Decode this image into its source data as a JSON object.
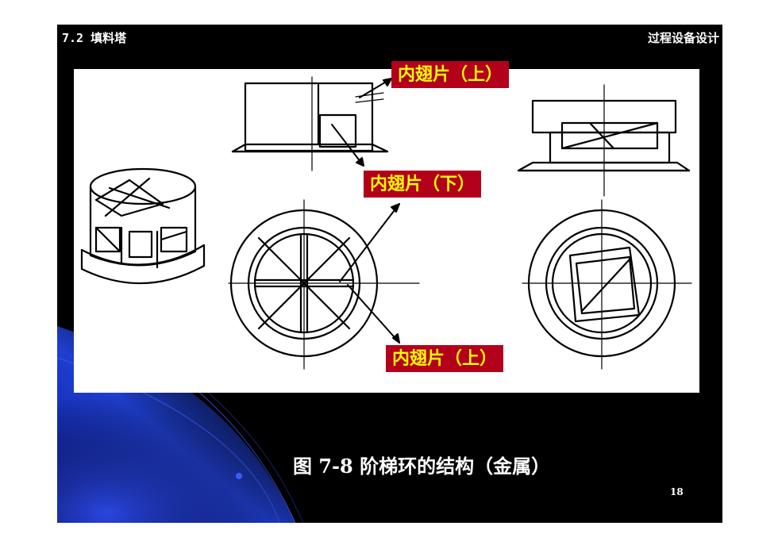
{
  "header": {
    "section": "7.2 填料塔",
    "course": "过程设备设计"
  },
  "labels": {
    "inner_fin_top_1": "内翅片（上）",
    "inner_fin_bottom": "内翅片（下）",
    "inner_fin_top_2": "内翅片（上）"
  },
  "caption": "图 7-8 阶梯环的结构（金属）",
  "page_number": "18",
  "colors": {
    "slide_background": "#000000",
    "label_background": "#b3001b",
    "label_text": "#ffff00",
    "swoosh_blue": "#1a2fb8"
  }
}
